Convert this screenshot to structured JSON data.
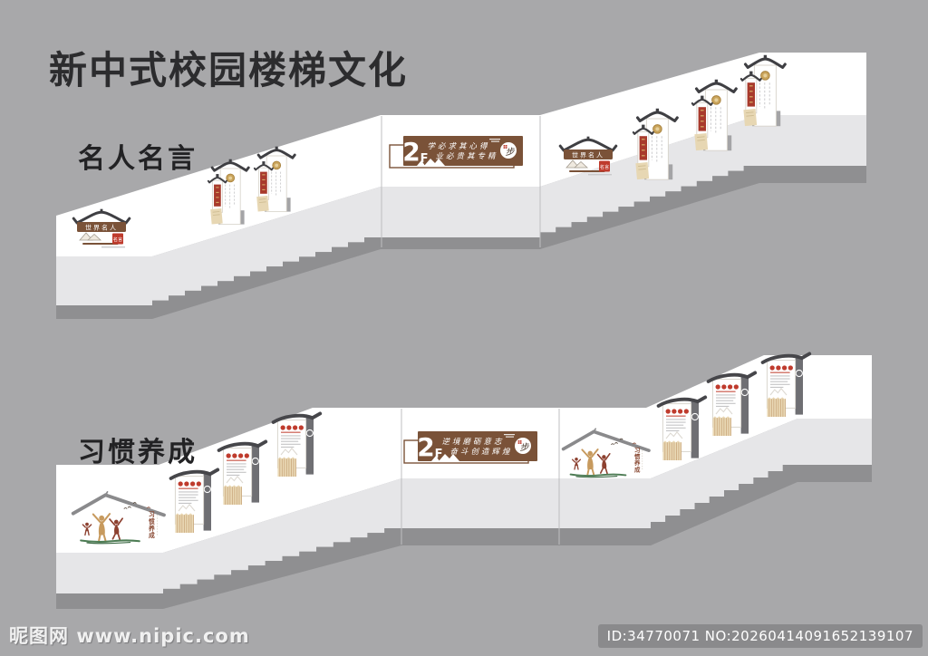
{
  "page": {
    "title": "新中式校园楼梯文化"
  },
  "staircases": [
    {
      "label": "名人名言",
      "header_plaque": {
        "title": "世界名人",
        "tag": "名言"
      },
      "floor_sign": {
        "floor_big": "2",
        "floor_small": "F",
        "line1": "学必求其心得",
        "line2": "业必贵其专精",
        "seal": "步"
      },
      "quote_board_count": 5
    },
    {
      "label": "习惯养成",
      "figures_plaque": {
        "title": "习惯养成"
      },
      "floor_sign": {
        "floor_big": "2",
        "floor_small": "F",
        "line1": "逆境磨砺意志",
        "line2": "奋斗创造辉煌",
        "seal": "步"
      },
      "habit_board_count": 6
    }
  ],
  "watermark": {
    "brand": "昵图网",
    "url": "www.nipic.com",
    "serial": "ID:34770071 NO:20260414091652139107"
  },
  "colors": {
    "background": "#a8a8aa",
    "wall_white": "#ffffff",
    "wall_band": "#e6e6e8",
    "stair_dark": "#8f8f91",
    "seam": "#bfbfc1",
    "brown": "#7a5238",
    "red": "#bf3b2d",
    "banner_red": "#a83a2c",
    "gold": "#c9a45c",
    "tan": "#e7d7b3",
    "fence": "#ead9b6",
    "fence_line": "#c9a87c",
    "stone": "#a4a4a6",
    "roof_dark": "#3f3f43",
    "roof_gray": "#8a8a8c",
    "figure_tan": "#c79a5e",
    "figure_brown": "#8d4130",
    "grass_green": "#4d7c54",
    "watermark_bar": "#8a8a8c"
  }
}
